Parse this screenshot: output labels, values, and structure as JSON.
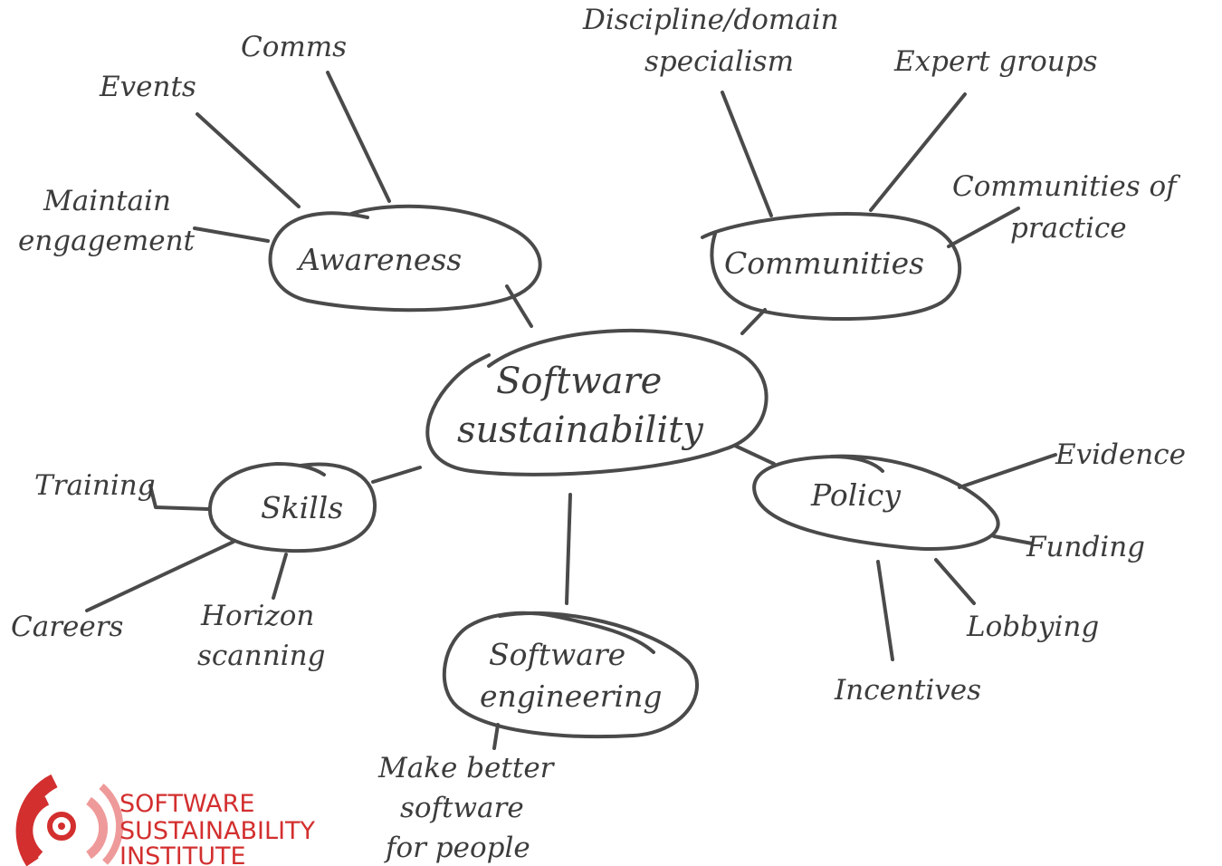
{
  "central": {
    "line1": "Software",
    "line2": "sustainability"
  },
  "hubs": {
    "awareness": "Awareness",
    "communities": "Communities",
    "skills": "Skills",
    "policy": "Policy",
    "software_engineering": {
      "line1": "Software",
      "line2": "engineering"
    }
  },
  "leaves": {
    "comms": "Comms",
    "events": "Events",
    "maintain_engagement": {
      "line1": "Maintain",
      "line2": "engagement"
    },
    "discipline": {
      "line1": "Discipline/domain",
      "line2": "specialism"
    },
    "expert_groups": "Expert groups",
    "communities_practice": {
      "line1": "Communities of",
      "line2": "practice"
    },
    "training": "Training",
    "careers": "Careers",
    "horizon": {
      "line1": "Horizon",
      "line2": "scanning"
    },
    "evidence": "Evidence",
    "funding": "Funding",
    "lobbying": "Lobbying",
    "incentives": "Incentives",
    "make_better": {
      "line1": "Make better",
      "line2": "software",
      "line3": "for people"
    }
  },
  "logo": {
    "line1": "SOFTWARE",
    "line2": "SUSTAINABILITY",
    "line3": "INSTITUTE"
  },
  "colors": {
    "ink": "#4a4a4a",
    "brand": "#d32f2f",
    "brand_light": "#ef9a9a"
  }
}
